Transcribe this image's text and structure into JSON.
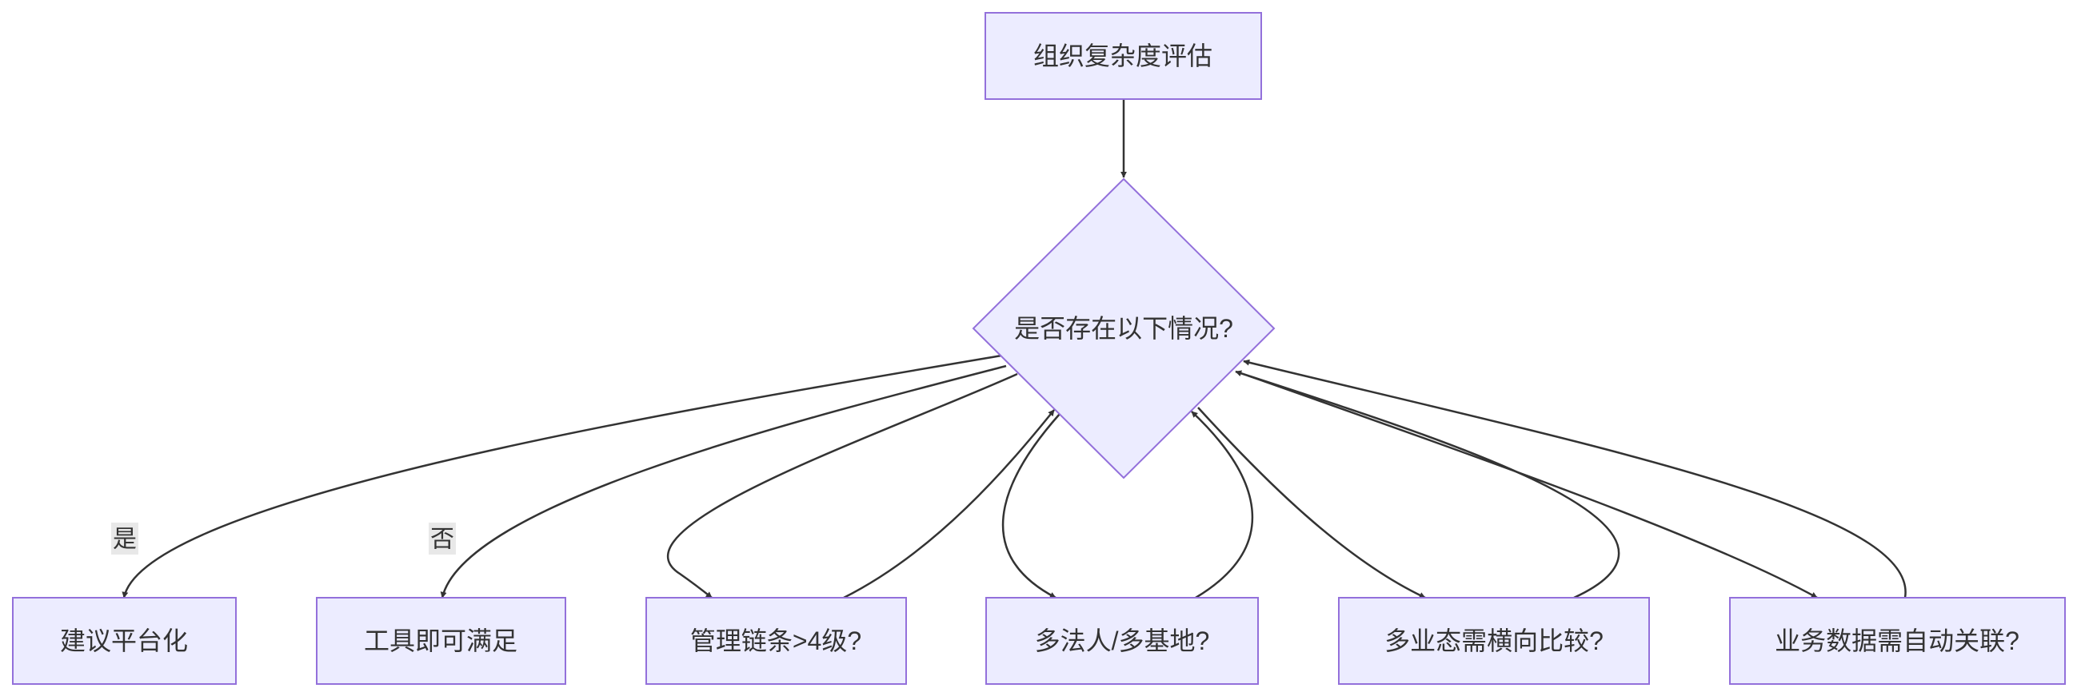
{
  "nodes": {
    "start": "组织复杂度评估",
    "decision": "是否存在以下情况?",
    "platform": "建议平台化",
    "tools": "工具即可满足",
    "chain": "管理链条>4级?",
    "entities": "多法人/多基地?",
    "business": "多业态需横向比较?",
    "data": "业务数据需自动关联?"
  },
  "edge_labels": {
    "yes": "是",
    "no": "否"
  },
  "colors": {
    "node_fill": "#ECECFF",
    "node_stroke": "#9370DB",
    "edge": "#333333",
    "label_bg": "#E8E8E8"
  }
}
